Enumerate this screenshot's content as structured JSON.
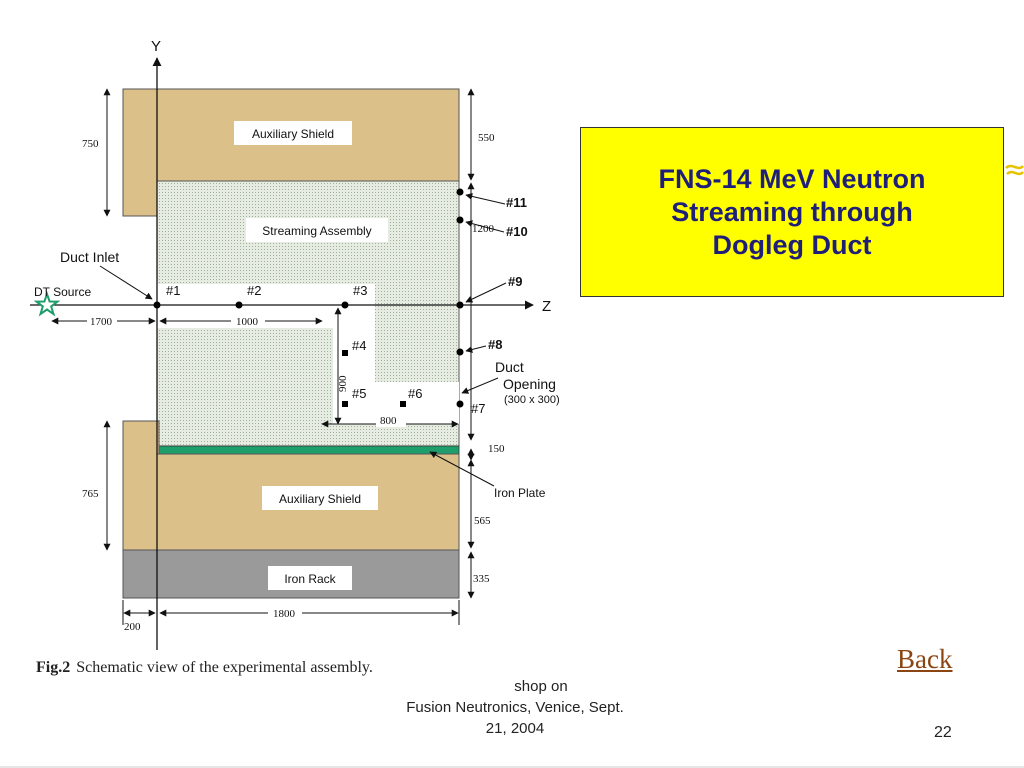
{
  "slide": {
    "title_lines": [
      "FNS-14 MeV Neutron",
      "Streaming through",
      "Dogleg Duct"
    ],
    "back_link": "Back",
    "footer_lines": [
      "shop on",
      "Fusion Neutronics, Venice, Sept.",
      "21, 2004"
    ],
    "page_number": "22",
    "colors": {
      "title_box": "#ffff00",
      "title_text": "#1f1f7a",
      "back_link": "#8b4513",
      "shield": "#dcc08a",
      "streaming": "#cfd8c8",
      "iron_plate": "#1e9e6b",
      "iron_rack": "#9a9a9a"
    }
  },
  "figure": {
    "caption_label": "Fig.2",
    "caption_text": "Schematic view of the experimental assembly.",
    "axis_y": "Y",
    "axis_z": "Z",
    "regions": {
      "aux_top": "Auxiliary Shield",
      "streaming": "Streaming Assembly",
      "aux_bottom": "Auxiliary Shield",
      "iron_rack": "Iron Rack"
    },
    "labels": {
      "duct_inlet": "Duct Inlet",
      "dt_source": "DT Source",
      "duct": "Duct",
      "opening": "Opening",
      "opening_size": "(300 x 300)",
      "iron_plate": "Iron Plate"
    },
    "detectors": [
      "#1",
      "#2",
      "#3",
      "#4",
      "#5",
      "#6",
      "#7",
      "#8",
      "#9",
      "#10",
      "#11"
    ],
    "dimensions": {
      "d750": "750",
      "d550": "550",
      "d1200": "1200",
      "d1700": "1700",
      "d1000": "1000",
      "d900": "900",
      "d800": "800",
      "d150": "150",
      "d765": "765",
      "d565": "565",
      "d335": "335",
      "d200": "200",
      "d1800": "1800"
    }
  }
}
